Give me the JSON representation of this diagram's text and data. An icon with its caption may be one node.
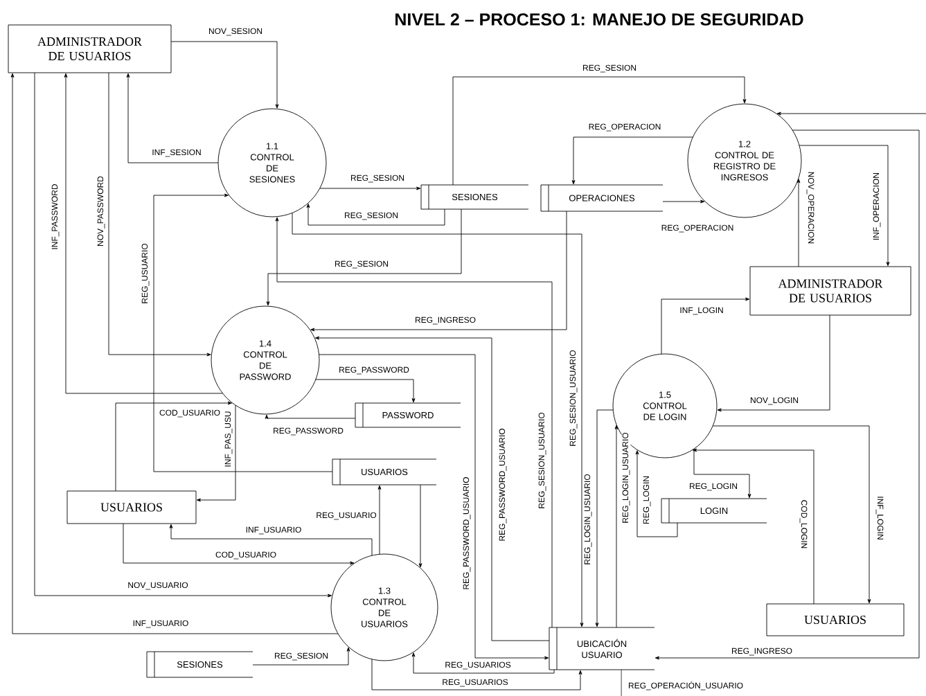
{
  "diagram": {
    "title": "NIVEL 2 – PROCESO 1: MANEJO DE SEGURIDAD",
    "nodes": [
      {
        "text": [
          "ADMINISTRADOR DE USUARIOS"
        ]
      },
      {
        "text": [
          "1.1",
          "CONTROL DE SESIONES"
        ]
      },
      {
        "text": [
          "SESIONES"
        ]
      },
      {
        "text": [
          "OPERACIONES"
        ]
      },
      {
        "text": [
          "1.2",
          "CONTROL DE REGISTRO DE INGRESOS"
        ]
      },
      {
        "text": [
          "ADMINISTRADOR DE USUARIOS"
        ]
      },
      {
        "text": [
          "1.4",
          "CONTROL DE PASSWORD"
        ]
      },
      {
        "text": [
          "PASSWORD"
        ]
      },
      {
        "text": [
          "1.5",
          "CONTROL DE LOGIN"
        ]
      },
      {
        "text": [
          "USUARIOS"
        ]
      },
      {
        "text": [
          "USUARIOS"
        ]
      },
      {
        "text": [
          "LOGIN"
        ]
      },
      {
        "text": [
          "1.3",
          "CONTROL DE USUARIOS"
        ]
      },
      {
        "text": [
          "USUARIOS"
        ]
      },
      {
        "text": [
          "SESIONES"
        ]
      },
      {
        "text": [
          "UBICACIÓN USUARIO"
        ]
      }
    ],
    "edges": [
      {
        "from": 0,
        "to": 1,
        "arrow": "to",
        "label": "NOV_SESION"
      },
      {
        "from": 1,
        "to": 0,
        "arrow": "to",
        "label": "INF_SESION"
      },
      {
        "from": 0,
        "to": 6,
        "arrow": "to",
        "label": "NOV_PASSWORD"
      },
      {
        "from": 6,
        "to": 0,
        "arrow": "to",
        "label": "INF_PASSWORD"
      },
      {
        "from": 0,
        "to": 12,
        "arrow": "to",
        "label": "NOV_USUARIO"
      },
      {
        "from": 12,
        "to": 0,
        "arrow": "to",
        "label": "INF_USUARIO"
      },
      {
        "from": 9,
        "to": 1,
        "arrow": "to",
        "label": "REG_USUARIO"
      },
      {
        "from": 1,
        "to": 2,
        "arrow": "to",
        "label": "REG_SESION"
      },
      {
        "from": 2,
        "to": 1,
        "arrow": "to",
        "label": "REG_SESION"
      },
      {
        "from": 2,
        "to": 4,
        "arrow": "to",
        "label": "REG_SESION"
      },
      {
        "from": 2,
        "to": 6,
        "arrow": "to",
        "label": "REG_SESION"
      },
      {
        "from": 1,
        "to": 15,
        "arrow": "to",
        "label": "REG_SESION_USUARIO"
      },
      {
        "from": 15,
        "to": 1,
        "arrow": "to",
        "label": "REG_SESION_USUARIO"
      },
      {
        "from": 3,
        "to": 6,
        "arrow": "to",
        "label": "REG_INGRESO"
      },
      {
        "from": 15,
        "to": 6,
        "arrow": "to",
        "label": "REG_PASSWORD_USUARIO"
      },
      {
        "from": 6,
        "to": 15,
        "arrow": "to",
        "label": "REG_PASSWORD_USUARIO"
      },
      {
        "from": 12,
        "to": 15,
        "arrow": "to",
        "label": "REG_USUARIOS"
      },
      {
        "from": 15,
        "to": 12,
        "arrow": "to",
        "label": "REG_USUARIOS"
      },
      {
        "from": 8,
        "to": 15,
        "arrow": "to",
        "label": "REG_LOGIN_USUARIO"
      },
      {
        "from": 15,
        "to": 8,
        "arrow": "to",
        "label": "REG_LOGIN_USUARIO"
      },
      {
        "from": 11,
        "to": 8,
        "arrow": "to",
        "label": "REG_LOGIN"
      },
      {
        "from": 8,
        "to": 11,
        "arrow": "to",
        "label": "REG_LOGIN"
      },
      {
        "from": 13,
        "to": 8,
        "arrow": "to",
        "label": "COD_LOGIN"
      },
      {
        "from": 8,
        "to": 13,
        "arrow": "to",
        "label": "INF_LOGIN"
      },
      {
        "from": 8,
        "to": 5,
        "arrow": "to",
        "label": "INF_LOGIN"
      },
      {
        "from": 5,
        "to": 8,
        "arrow": "to",
        "label": "NOV_LOGIN"
      },
      {
        "from": 5,
        "to": 4,
        "arrow": "to",
        "label": "NOV_OPERACION"
      },
      {
        "from": 4,
        "to": 5,
        "arrow": "to",
        "label": "INF_OPERACION"
      },
      {
        "from": 4,
        "to": 3,
        "arrow": "to",
        "label": "REG_OPERACION"
      },
      {
        "from": 3,
        "to": 4,
        "arrow": "to",
        "label": "REG_OPERACION"
      },
      {
        "from": 4,
        "to": 15,
        "arrow": "to",
        "label": "REG_INGRESO"
      },
      {
        "from": null,
        "to": 4,
        "arrow": "to"
      },
      {
        "from": 15,
        "to": null,
        "arrow": "none",
        "label": "REG_OPERACIÓN_USUARIO"
      },
      {
        "from": 6,
        "to": 7,
        "arrow": "to",
        "label": "REG_PASSWORD"
      },
      {
        "from": 7,
        "to": 6,
        "arrow": "to",
        "label": "REG_PASSWORD"
      },
      {
        "from": 10,
        "to": 6,
        "arrow": "to",
        "label": "COD_USUARIO"
      },
      {
        "from": 6,
        "to": 10,
        "arrow": "to",
        "label": "INF_PAS_USU"
      },
      {
        "from": 12,
        "to": 10,
        "arrow": "to",
        "label": "INF_USUARIO"
      },
      {
        "from": 10,
        "to": 12,
        "arrow": "to",
        "label": "COD_USUARIO"
      },
      {
        "from": 12,
        "to": 9,
        "arrow": "to",
        "label": "REG_USUARIO"
      },
      {
        "from": 9,
        "to": 12,
        "arrow": "to"
      },
      {
        "from": 14,
        "to": 12,
        "arrow": "to",
        "label": "REG_SESION"
      }
    ]
  }
}
